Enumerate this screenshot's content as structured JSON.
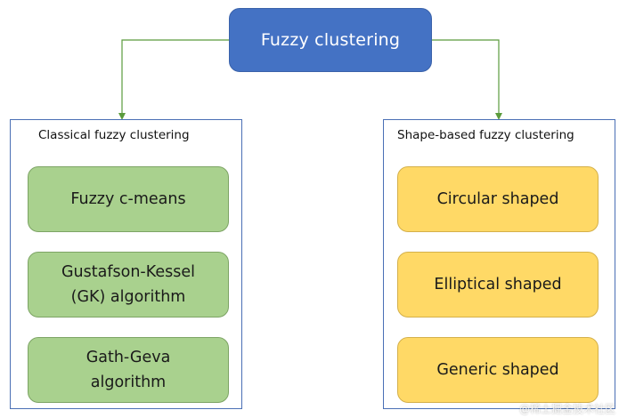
{
  "root": {
    "label": "Fuzzy clustering"
  },
  "groups": [
    {
      "title": "Classical fuzzy clustering",
      "items": [
        {
          "label": "Fuzzy c-means"
        },
        {
          "label": "Gustafson-Kessel\n(GK) algorithm"
        },
        {
          "label": "Gath-Geva\nalgorithm"
        }
      ]
    },
    {
      "title": "Shape-based fuzzy clustering",
      "items": [
        {
          "label": "Circular shaped"
        },
        {
          "label": "Elliptical shaped"
        },
        {
          "label": "Generic shaped"
        }
      ]
    }
  ],
  "watermark": "@稀土掘金技术社区",
  "colors": {
    "root": "#4472c4",
    "left_items": "#a9d18e",
    "right_items": "#ffd966",
    "connector": "#5b9b3c",
    "group_border": "#4a6fb5"
  }
}
